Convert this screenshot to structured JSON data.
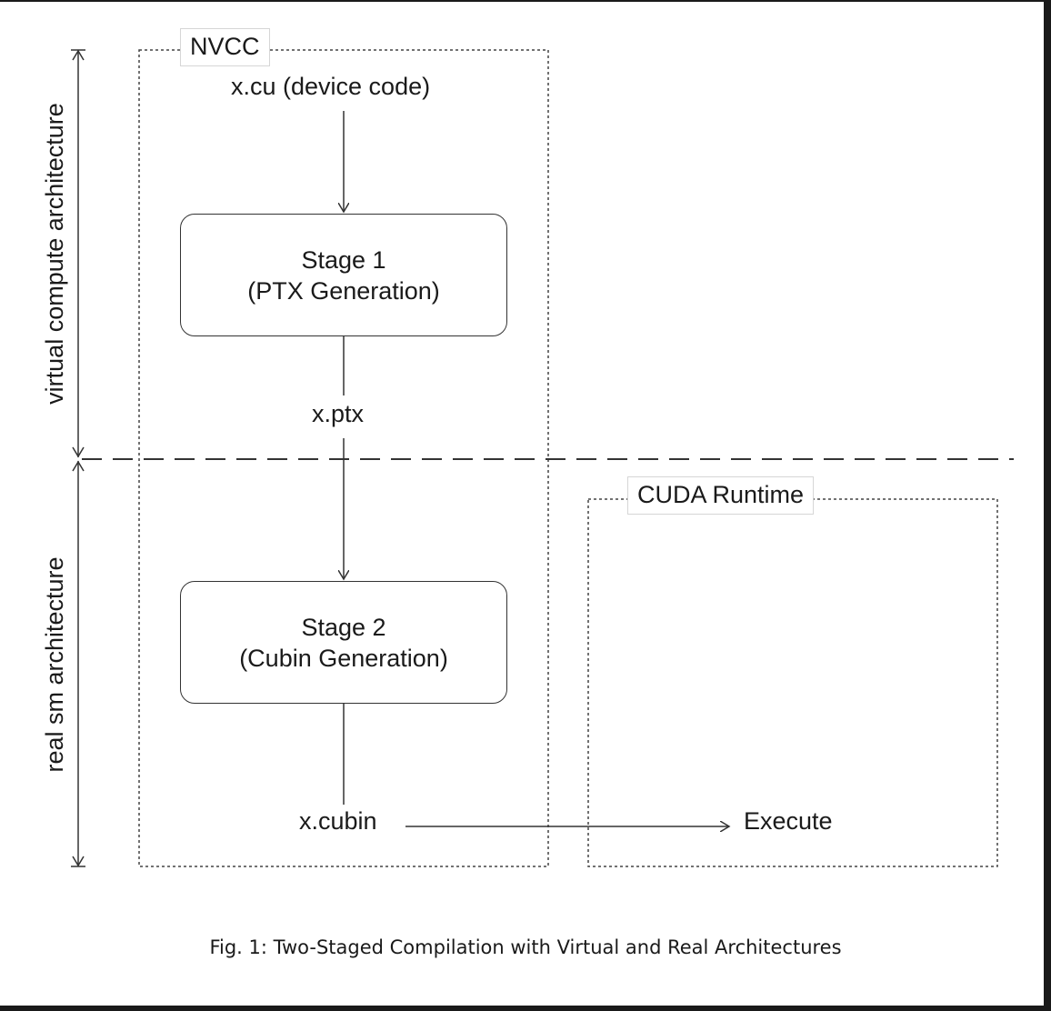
{
  "diagram": {
    "nvcc_label": "NVCC",
    "cuda_runtime_label": "CUDA Runtime",
    "input_label": "x.cu (device code)",
    "stage1": {
      "title": "Stage 1",
      "subtitle": "(PTX Generation)"
    },
    "ptx_label": "x.ptx",
    "stage2": {
      "title": "Stage 2",
      "subtitle": "(Cubin Generation)"
    },
    "cubin_label": "x.cubin",
    "execute_label": "Execute",
    "virtual_axis_label": "virtual compute architecture",
    "real_axis_label": "real sm architecture",
    "caption": "Fig. 1: Two-Staged Compilation with Virtual and Real Architectures"
  }
}
